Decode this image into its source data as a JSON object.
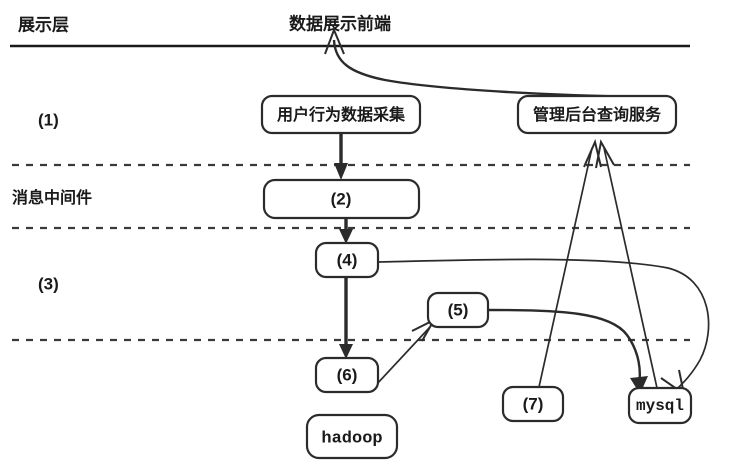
{
  "diagram": {
    "title": "数据展示前端",
    "layers": [
      {
        "id": "presentation",
        "label": "展示层"
      },
      {
        "id": "collection",
        "label": "(1)"
      },
      {
        "id": "middleware",
        "label": "消息中间件"
      },
      {
        "id": "processing",
        "label": "(3)"
      }
    ],
    "nodes": [
      {
        "id": "frontend",
        "label": "数据展示前端",
        "type": "text"
      },
      {
        "id": "collector",
        "label": "用户行为数据采集",
        "type": "box"
      },
      {
        "id": "admin-query",
        "label": "管理后台查询服务",
        "type": "box"
      },
      {
        "id": "mq",
        "label": "(2)",
        "type": "box"
      },
      {
        "id": "stream",
        "label": "(4)",
        "type": "box"
      },
      {
        "id": "node5",
        "label": "(5)",
        "type": "box"
      },
      {
        "id": "node6",
        "label": "(6)",
        "type": "box"
      },
      {
        "id": "node7",
        "label": "(7)",
        "type": "box"
      },
      {
        "id": "hadoop",
        "label": "hadoop",
        "type": "box-mono"
      },
      {
        "id": "mysql",
        "label": "mysql",
        "type": "box-mono"
      }
    ],
    "edges": [
      {
        "from": "admin-query",
        "to": "frontend"
      },
      {
        "from": "collector",
        "to": "mq"
      },
      {
        "from": "mq",
        "to": "stream"
      },
      {
        "from": "stream",
        "to": "node6"
      },
      {
        "from": "stream",
        "to": "mysql"
      },
      {
        "from": "node6",
        "to": "node5"
      },
      {
        "from": "node5",
        "to": "mysql"
      },
      {
        "from": "node7",
        "to": "admin-query"
      },
      {
        "from": "mysql",
        "to": "admin-query"
      }
    ],
    "colors": {
      "stroke": "#2b2b2b",
      "background": "#ffffff",
      "text": "#1a1a1a",
      "divider": "#3a3a3a"
    }
  }
}
